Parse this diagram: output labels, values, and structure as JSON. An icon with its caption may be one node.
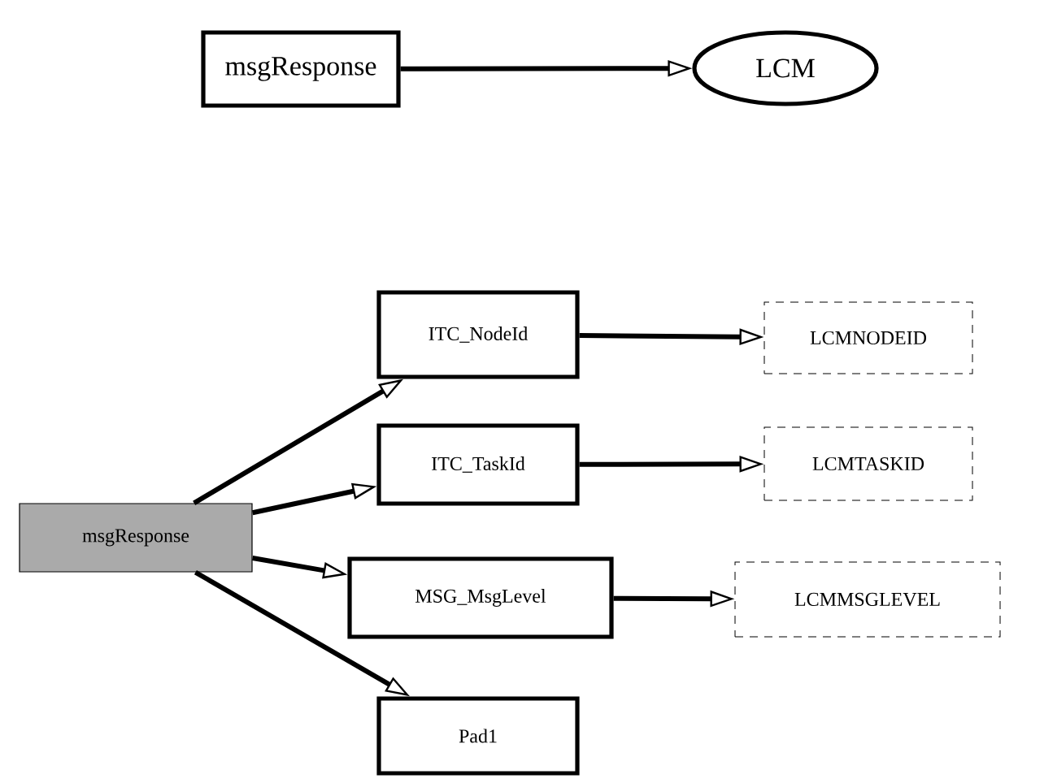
{
  "diagram": {
    "nodes": [
      {
        "text": [
          "msgResponse"
        ]
      },
      {
        "text": [
          "LCM"
        ]
      },
      {
        "text": [
          "msgResponse"
        ]
      },
      {
        "text": [
          "ITC_NodeId"
        ]
      },
      {
        "text": [
          "LCMNODEID"
        ]
      },
      {
        "text": [
          "ITC_TaskId"
        ]
      },
      {
        "text": [
          "LCMTASKID"
        ]
      },
      {
        "text": [
          "MSG_MsgLevel"
        ]
      },
      {
        "text": [
          "LCMMSGLEVEL"
        ]
      },
      {
        "text": [
          "Pad1"
        ]
      }
    ],
    "edges": [
      {
        "from": 0,
        "to": 1,
        "arrow": "to"
      },
      {
        "from": 2,
        "to": 3,
        "arrow": "to"
      },
      {
        "from": 2,
        "to": 5,
        "arrow": "to"
      },
      {
        "from": 2,
        "to": 7,
        "arrow": "to"
      },
      {
        "from": 2,
        "to": 9,
        "arrow": "to"
      },
      {
        "from": 3,
        "to": 4,
        "arrow": "to"
      },
      {
        "from": 5,
        "to": 6,
        "arrow": "to"
      },
      {
        "from": 7,
        "to": 8,
        "arrow": "to"
      }
    ]
  }
}
